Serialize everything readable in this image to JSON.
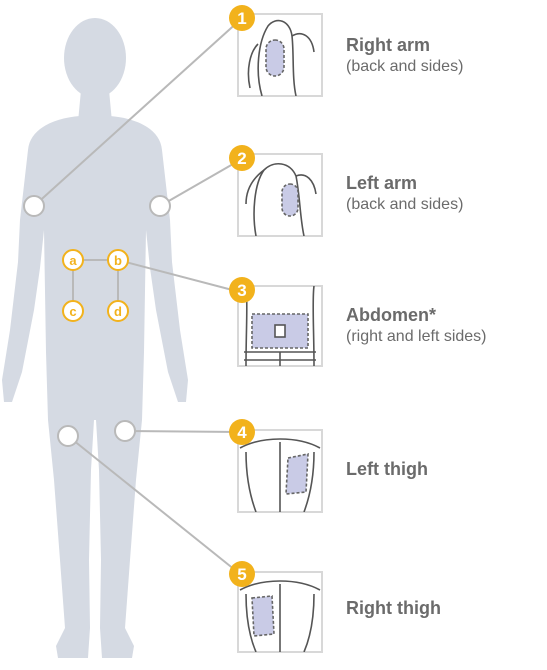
{
  "colors": {
    "body": "#d5dae3",
    "accent": "#f2b21c",
    "line": "#b9b9b9",
    "text": "#6b6b6b",
    "patch": "#c9cbe6"
  },
  "sites": [
    {
      "number": "1",
      "title": "Right arm",
      "subtitle": "(back and sides)",
      "image": "right-arm-illustration"
    },
    {
      "number": "2",
      "title": "Left arm",
      "subtitle": "(back and sides)",
      "image": "left-arm-illustration"
    },
    {
      "number": "3",
      "title": "Abdomen*",
      "subtitle": "(right and left sides)",
      "image": "abdomen-illustration"
    },
    {
      "number": "4",
      "title": "Left thigh",
      "subtitle": "",
      "image": "left-thigh-illustration"
    },
    {
      "number": "5",
      "title": "Right thigh",
      "subtitle": "",
      "image": "right-thigh-illustration"
    }
  ],
  "abdomen_points": [
    "a",
    "b",
    "c",
    "d"
  ]
}
